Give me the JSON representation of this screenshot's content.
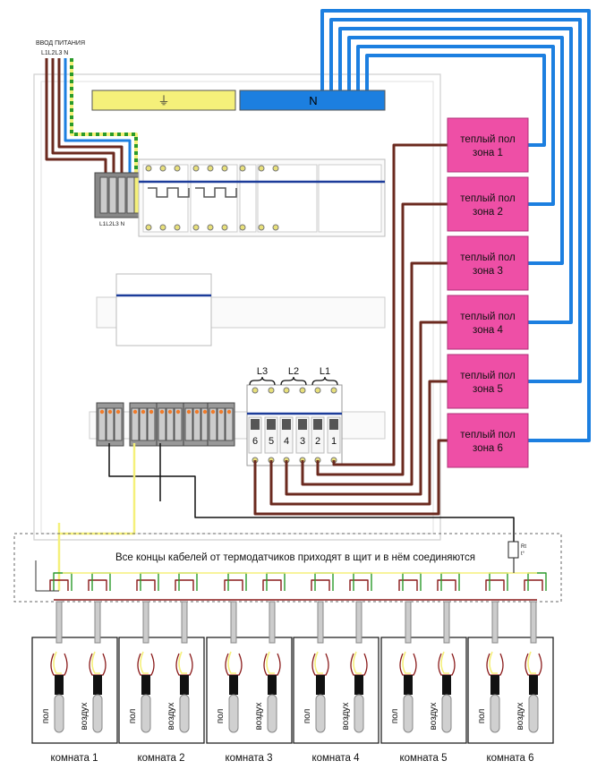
{
  "power_input": {
    "title": "ВВОД ПИТАНИЯ",
    "phases_top": "L1L2L3 N",
    "phases_bottom": "L1L2L3 N"
  },
  "busbars": {
    "pe_label": "⏚",
    "neutral_label": "N"
  },
  "zones": [
    {
      "line1": "теплый пол",
      "line2": "зона 1"
    },
    {
      "line1": "теплый пол",
      "line2": "зона 2"
    },
    {
      "line1": "теплый пол",
      "line2": "зона 3"
    },
    {
      "line1": "теплый пол",
      "line2": "зона 4"
    },
    {
      "line1": "теплый пол",
      "line2": "зона 5"
    },
    {
      "line1": "теплый пол",
      "line2": "зона 6"
    }
  ],
  "breaker_group": {
    "phase_labels": [
      "L3",
      "L2",
      "L1"
    ],
    "numbers": [
      "6",
      "5",
      "4",
      "3",
      "2",
      "1"
    ]
  },
  "resistor_label": "Rt\nt°",
  "sensor_note": "Все концы кабелей от термодатчиков приходят в щит и в нём соединяются",
  "rooms": [
    {
      "label": "комната 1",
      "sensor_floor": "пол",
      "sensor_air": "воздух"
    },
    {
      "label": "комната 2",
      "sensor_floor": "пол",
      "sensor_air": "воздух"
    },
    {
      "label": "комната 3",
      "sensor_floor": "пол",
      "sensor_air": "воздух"
    },
    {
      "label": "комната 4",
      "sensor_floor": "пол",
      "sensor_air": "воздух"
    },
    {
      "label": "комната 5",
      "sensor_floor": "пол",
      "sensor_air": "воздух"
    },
    {
      "label": "комната 6",
      "sensor_floor": "пол",
      "sensor_air": "воздух"
    }
  ],
  "colors": {
    "blue": "#1c7fe0",
    "brown": "#6b2a1f",
    "pink": "#ee4fa6",
    "yellow": "#f5f07a",
    "green": "#2a9a2a",
    "dark": "#333333"
  }
}
